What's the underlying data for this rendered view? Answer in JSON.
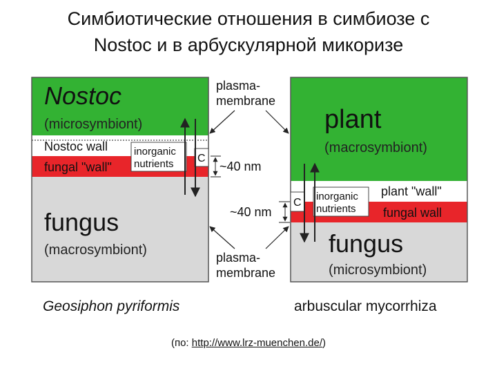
{
  "title": {
    "line1": "Симбиотические отношения в симбиозе с",
    "line2": "Nostoc и в арбускулярной микоризе"
  },
  "colors": {
    "green": "#33b233",
    "red": "#e8252a",
    "grey": "#d8d8d8",
    "outline": "#555555"
  },
  "left_panel": {
    "nostoc": "Nostoc",
    "microsymbiont": "(microsymbiont)",
    "nostoc_wall": "Nostoc wall",
    "fungal_wall": "fungal \"wall\"",
    "inorganic": "inorganic",
    "nutrients": "nutrients",
    "c_label": "C",
    "fungus": "fungus",
    "macrosymbiont": "(macrosymbiont)",
    "caption": "Geosiphon pyriformis"
  },
  "center": {
    "plasma_top_1": "plasma-",
    "plasma_top_2": "membrane",
    "distance_top": "~40 nm",
    "distance_bottom": "~40 nm",
    "plasma_bottom_1": "plasma-",
    "plasma_bottom_2": "membrane"
  },
  "right_panel": {
    "plant": "plant",
    "macrosymbiont": "(macrosymbiont)",
    "plant_wall": "plant \"wall\"",
    "fungal_wall": "fungal wall",
    "inorganic": "inorganic",
    "nutrients": "nutrients",
    "c_label": "C",
    "fungus": "fungus",
    "microsymbiont": "(microsymbiont)",
    "caption": "arbuscular mycorrhiza"
  },
  "source": {
    "prefix": "(по: ",
    "link": "http://www.lrz-muenchen.de/",
    "suffix": ")"
  }
}
